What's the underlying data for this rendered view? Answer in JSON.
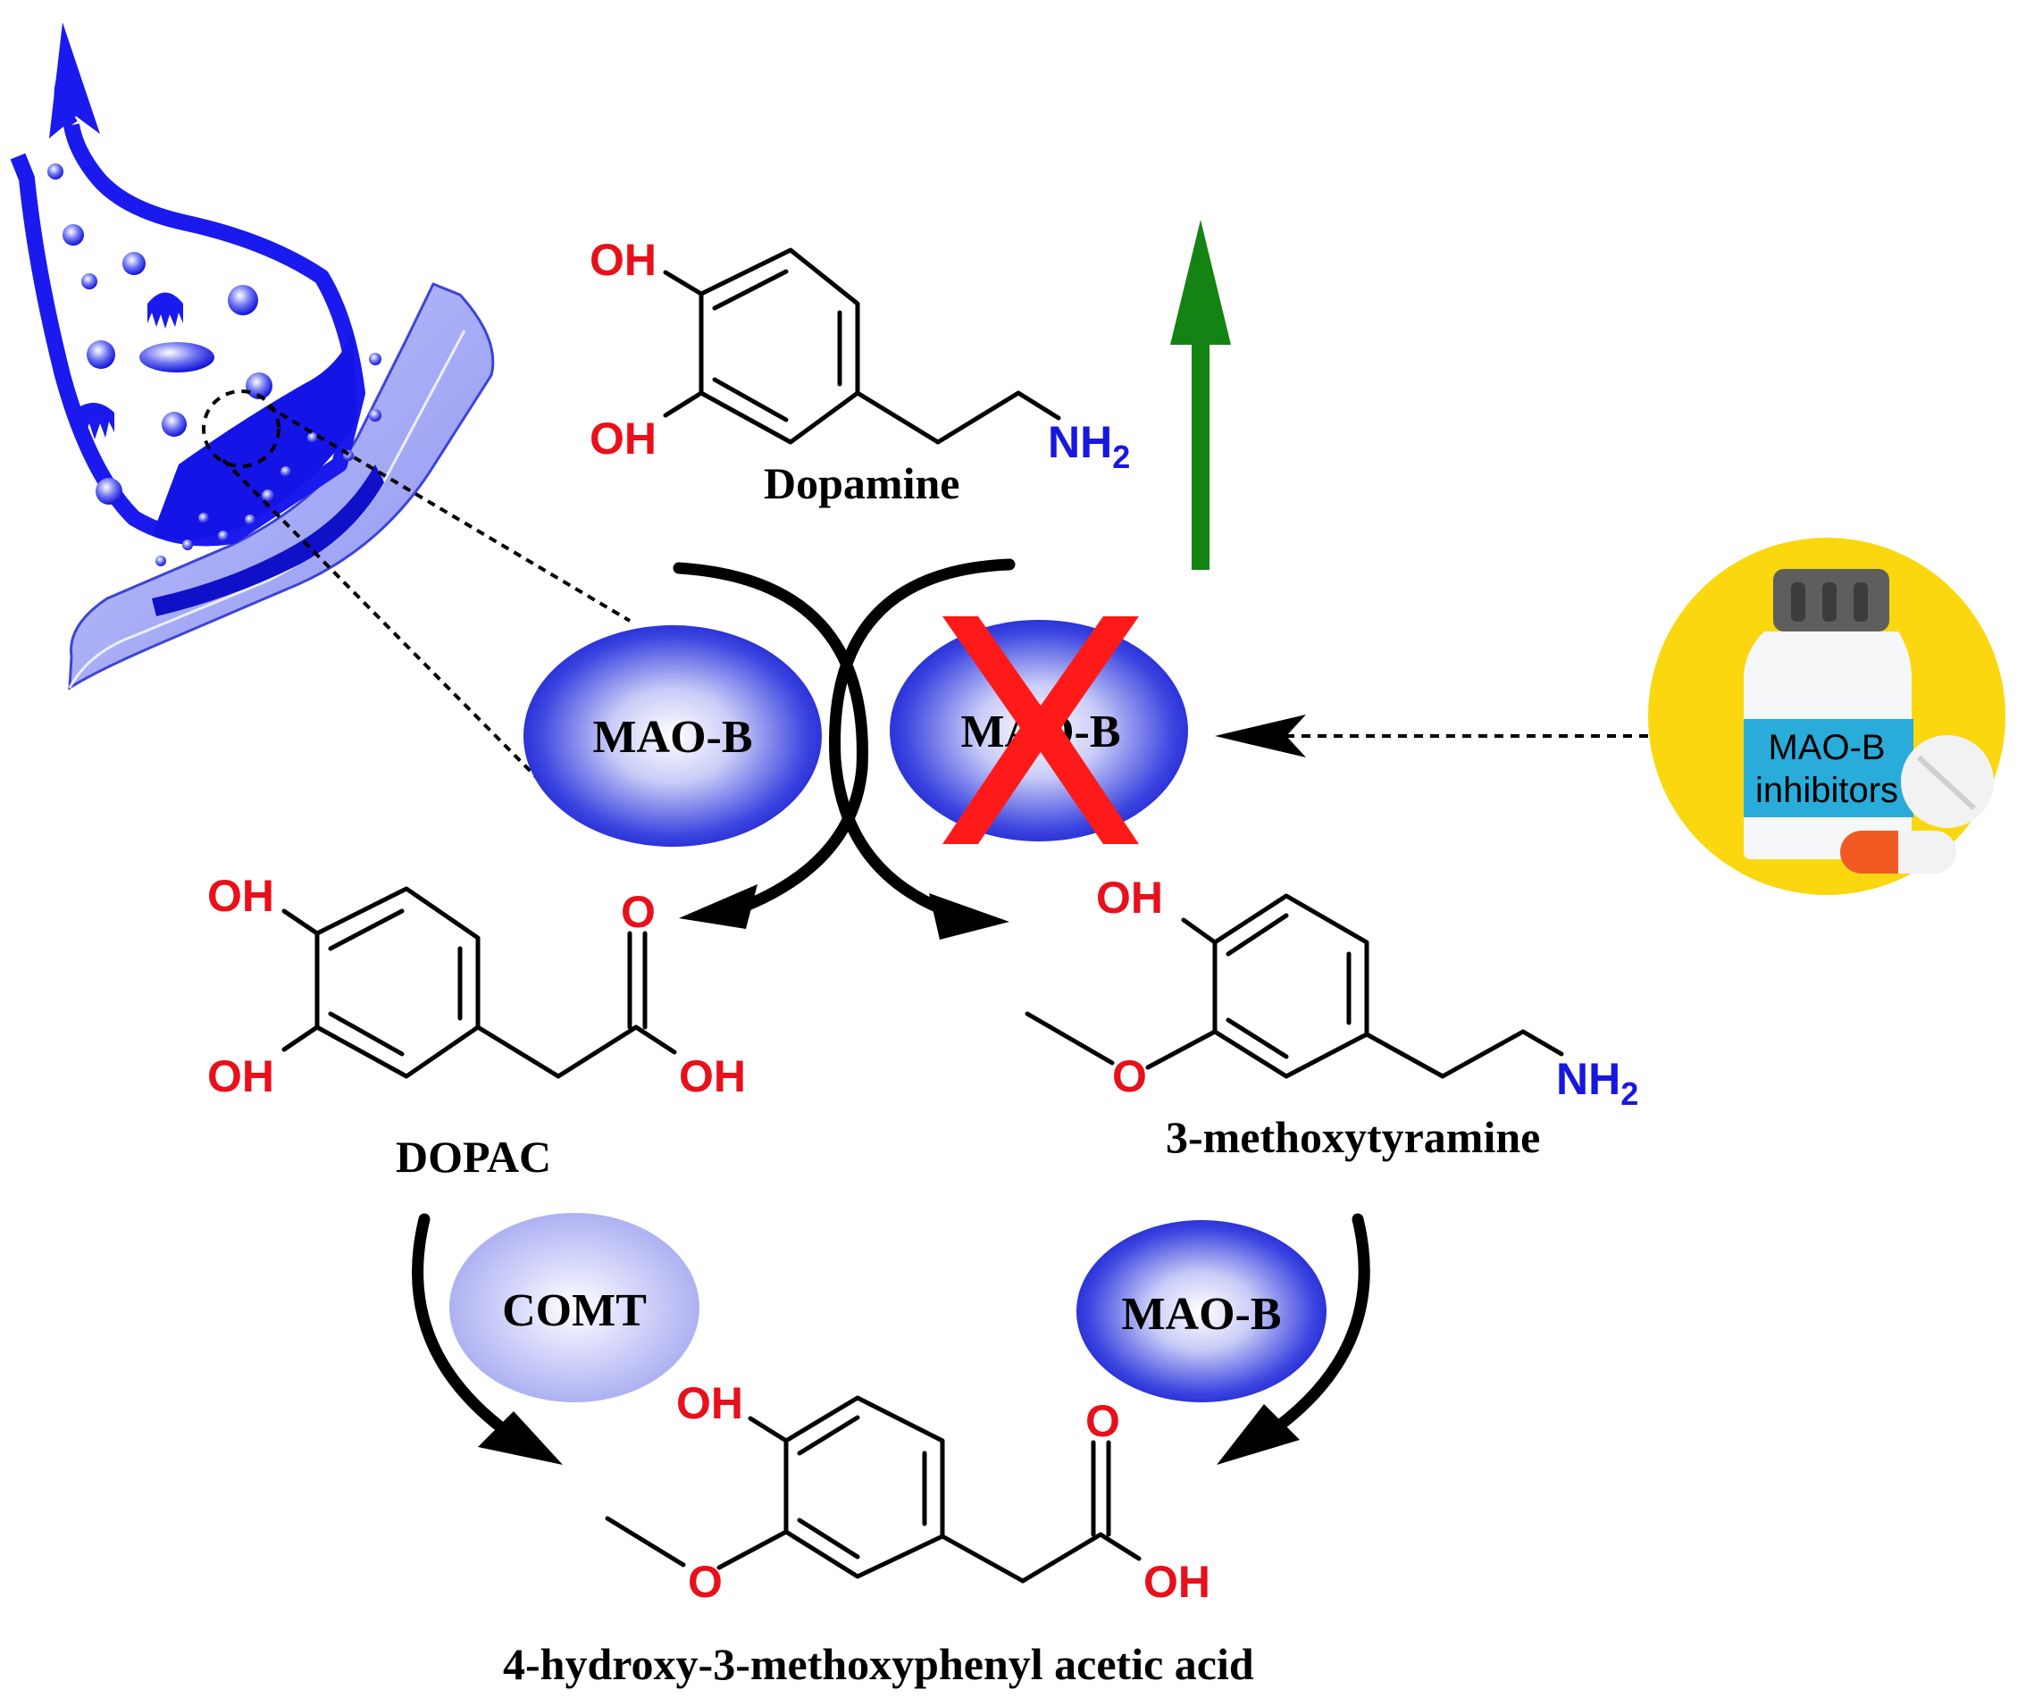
{
  "colors": {
    "heteroatom": "#e8101a",
    "nitrogen": "#1717e0",
    "enzyme": "#1f2ad6",
    "comt": "#a9acf0",
    "inhibit_cross": "#ff1a1a",
    "increase_arrow": "#138313",
    "bottle_circle": "#fad70f",
    "neuron": "#1a1aee"
  },
  "icons": [
    "neuron-synapse-illustration",
    "mao-b-inhibitor-bottle-icon",
    "green-up-arrow-icon",
    "red-cross-icon"
  ],
  "molecules": {
    "dopamine": {
      "name": "Dopamine",
      "oh_top": "OH",
      "oh_bottom": "OH",
      "amine": "NH",
      "amine_sub": "2"
    },
    "dopac": {
      "name": "DOPAC",
      "oh_top": "OH",
      "oh_bottom": "OH",
      "carbonyl_o": "O",
      "acid_oh": "OH"
    },
    "methoxytyramine": {
      "name": "3-methoxytyramine",
      "oh_top": "OH",
      "ether_o": "O",
      "amine": "NH",
      "amine_sub": "2"
    },
    "hva": {
      "name": "4-hydroxy-3-methoxyphenyl acetic acid",
      "oh_top": "OH",
      "ether_o": "O",
      "carbonyl_o": "O",
      "acid_oh": "OH"
    }
  },
  "enzymes": {
    "maob_active": "MAO-B",
    "maob_inhibited": "MAO-B",
    "comt": "COMT",
    "maob_lower": "MAO-B"
  },
  "drug": {
    "label_line1": "MAO-B",
    "label_line2": "inhibitors"
  }
}
